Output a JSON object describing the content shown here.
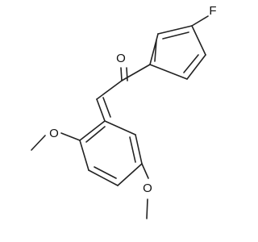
{
  "molecule": {
    "atoms": {
      "oxygen_carbonyl": "O",
      "fluorine": "F",
      "oxygen_methoxy_top": "O",
      "oxygen_methoxy_bottom": "O"
    }
  },
  "colors": {
    "bond": "#222222",
    "label": "#111111",
    "background": "#ffffff"
  }
}
